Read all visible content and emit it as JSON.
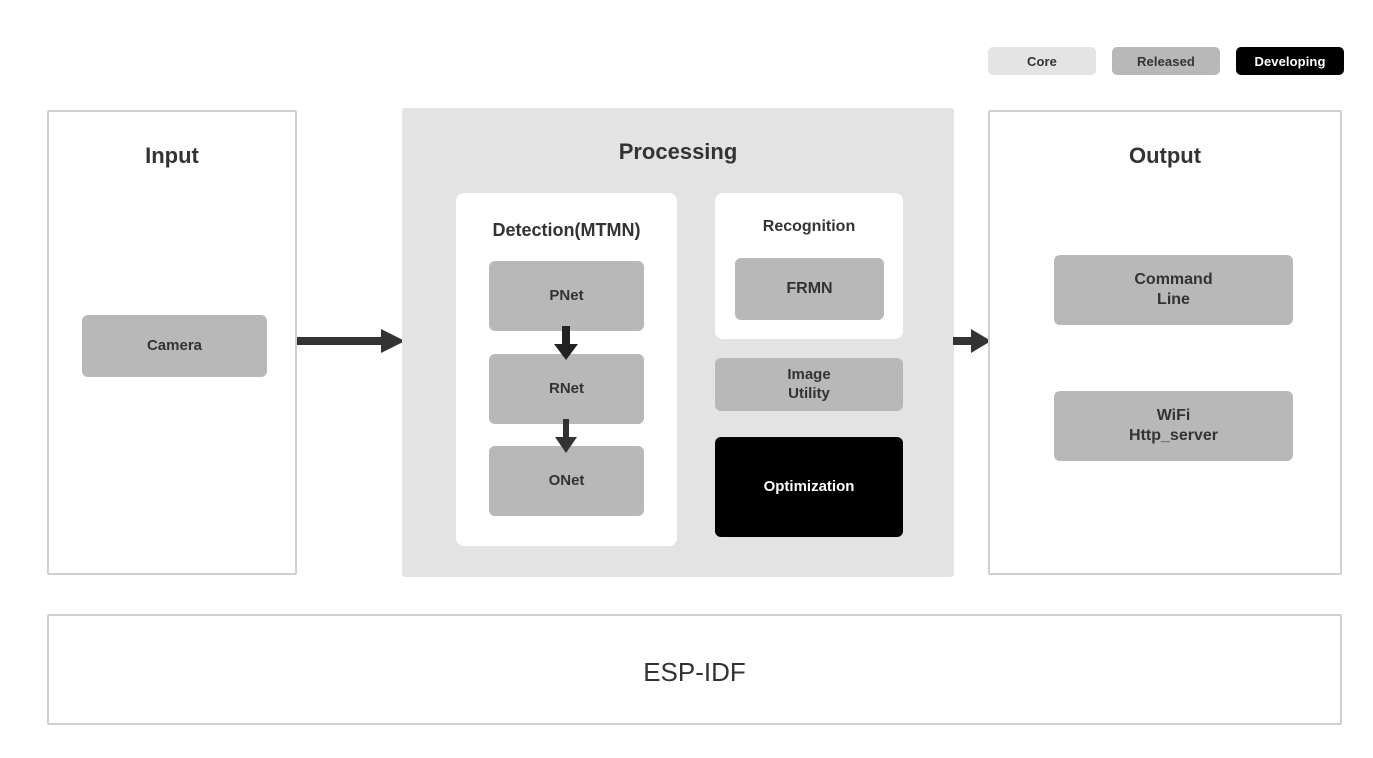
{
  "legend": {
    "items": [
      {
        "label": "Core",
        "color": "#e4e4e4",
        "text_color": "#333333"
      },
      {
        "label": "Released",
        "color": "#b8b8b8",
        "text_color": "#333333"
      },
      {
        "label": "Developing",
        "color": "#000000",
        "text_color": "#ffffff"
      }
    ]
  },
  "input": {
    "title": "Input",
    "camera": "Camera"
  },
  "processing": {
    "title": "Processing",
    "detection": {
      "title": "Detection(MTMN)",
      "stages": [
        "PNet",
        "RNet",
        "ONet"
      ]
    },
    "recognition": {
      "title": "Recognition",
      "model": "FRMN"
    },
    "image_utility": "Image\nUtility",
    "image_utility_line1": "Image",
    "image_utility_line2": "Utility",
    "optimization": "Optimization"
  },
  "output": {
    "title": "Output",
    "command_line_line1": "Command",
    "command_line_line2": "Line",
    "wifi_line1": "WiFi",
    "wifi_line2": "Http_server"
  },
  "foundation": {
    "label": "ESP-IDF"
  },
  "flow": {
    "input_to_processing": "arrow-right",
    "processing_to_output": "arrow-right",
    "pnet_to_rnet": "arrow-down",
    "rnet_to_onet": "arrow-down"
  },
  "colors": {
    "panel_border": "#cfcfcf",
    "processing_bg": "#e3e3e3",
    "released_gray": "#b8b8b8",
    "developing_black": "#000000",
    "core_light": "#e4e4e4",
    "text": "#333333",
    "arrow": "#333333"
  }
}
